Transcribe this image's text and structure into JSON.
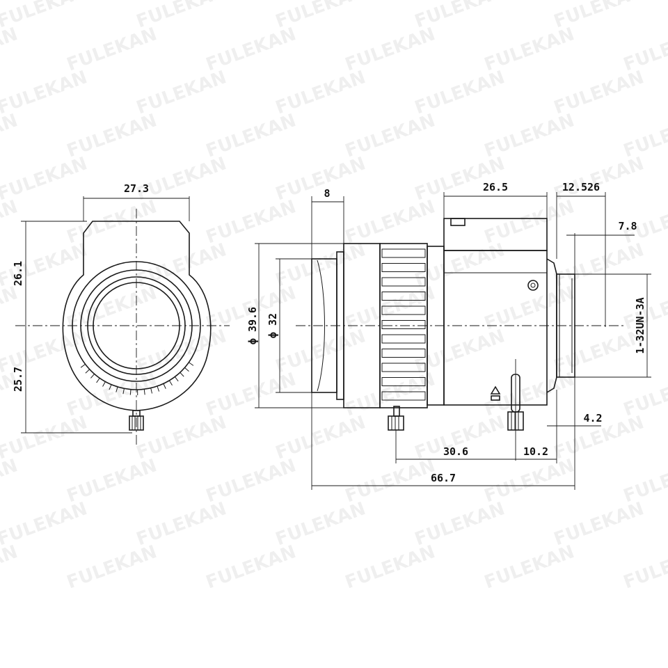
{
  "watermark": {
    "text": "FULEKAN"
  },
  "dimensions": {
    "front_width": "27.3",
    "front_upper_height": "26.1",
    "front_lower_height": "25.7",
    "front_flange": "8",
    "body_width": "26.5",
    "rear_length": "12.526",
    "mount_length": "7.8",
    "outer_diameter": "ϕ 39.6",
    "inner_diameter": "ϕ 32",
    "mount_thread": "1-32UN-3A",
    "flange_offset": "4.2",
    "screw_spacing": "30.6",
    "rear_screw_offset": "10.2",
    "total_length": "66.7"
  }
}
